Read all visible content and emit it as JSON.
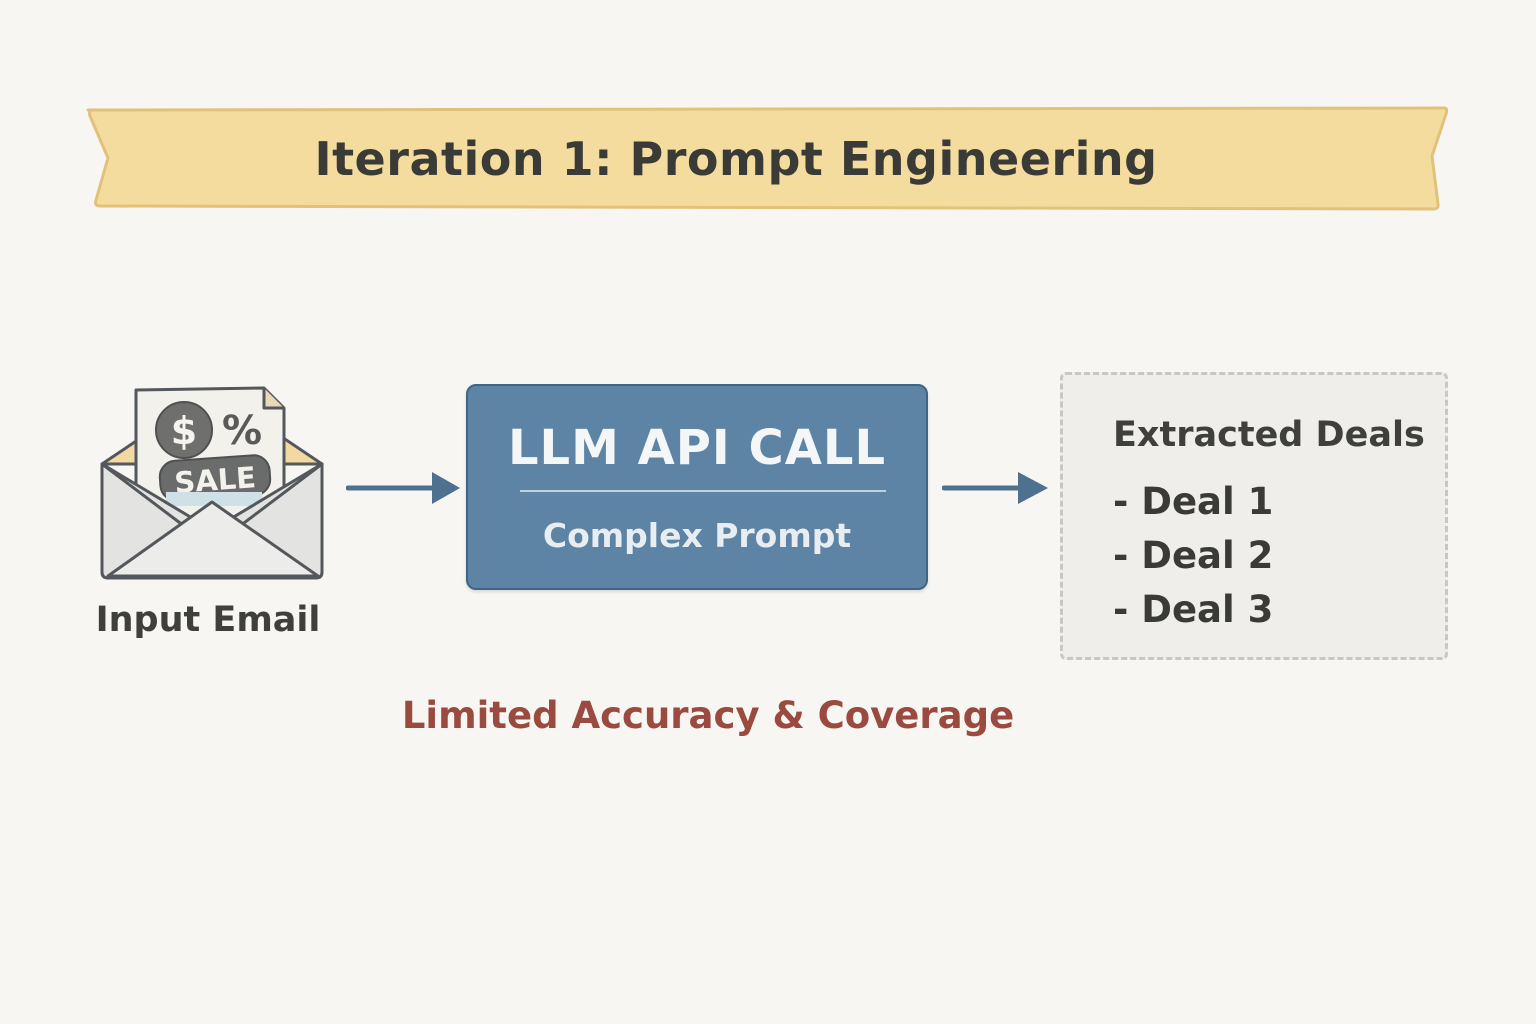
{
  "banner": {
    "title": "Iteration 1: Prompt Engineering",
    "color": "#f3dc9e"
  },
  "input": {
    "label": "Input Email",
    "icon": "envelope-sale-icon",
    "icon_text": {
      "currency": "$",
      "percent": "%",
      "sale": "SALE"
    }
  },
  "process": {
    "title": "LLM API CALL",
    "subtitle": "Complex Prompt",
    "color": "#5d84a4"
  },
  "output": {
    "title": "Extracted Deals",
    "items": [
      "- Deal 1",
      "- Deal 2",
      "- Deal 3"
    ]
  },
  "note": {
    "text": "Limited Accuracy & Coverage",
    "color": "#9a4a3e"
  },
  "arrow_color": "#4f7190"
}
